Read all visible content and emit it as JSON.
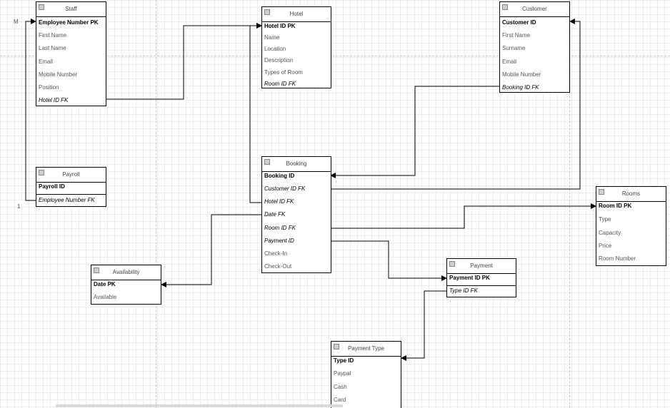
{
  "entities": {
    "staff": {
      "title": "Staff",
      "rows": [
        "Employee Number PK",
        "First Name",
        "Last Name",
        "Email",
        "Mobile Number",
        "Position",
        "Hotel ID FK"
      ]
    },
    "payroll": {
      "title": "Payroll",
      "rows": [
        "Payroll ID",
        "Employee Number FK"
      ]
    },
    "hotel": {
      "title": "Hotel",
      "rows": [
        "Hotel ID PK",
        "Name",
        "Location",
        "Description",
        "Types of Room",
        "Room ID FK"
      ]
    },
    "customer": {
      "title": "Customer",
      "rows": [
        "Customer ID",
        "First Name",
        "Surname",
        "Email",
        "Mobile Number",
        "Booking ID FK"
      ]
    },
    "booking": {
      "title": "Booking",
      "rows": [
        "Booking ID",
        "Customer ID FK",
        "Hotel ID FK",
        "Date FK",
        "Room ID FK",
        "Payment ID",
        "Check-In",
        "Check-Out"
      ]
    },
    "rooms": {
      "title": "Rooms",
      "rows": [
        "Room ID PK",
        "Type",
        "Capacity",
        "Price",
        "Room Number"
      ]
    },
    "availability": {
      "title": "Availability",
      "rows": [
        "Date PK",
        "Available"
      ]
    },
    "payment": {
      "title": "Payment",
      "rows": [
        "Payment ID PK",
        "Type ID FK"
      ]
    },
    "payment_type": {
      "title": "Payment Type",
      "rows": [
        "Type ID",
        "Paypal",
        "Cash",
        "Card"
      ]
    }
  },
  "cardinality": {
    "many": "M",
    "one": "1"
  }
}
